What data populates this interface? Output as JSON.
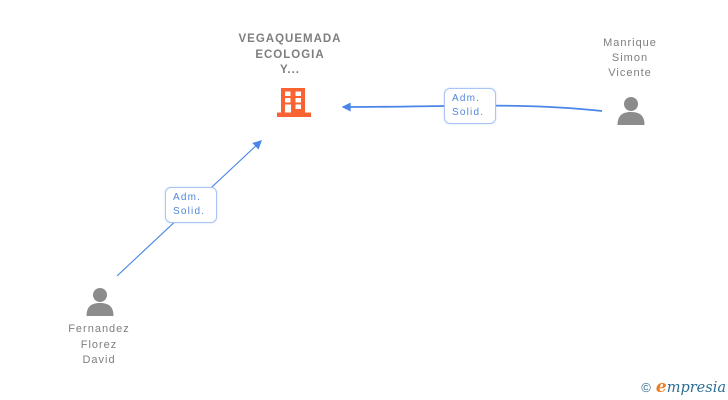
{
  "colors": {
    "edge_blue": "#4a86e8",
    "edge_label_border": "#a9c4f5",
    "edge_label_text": "#4f86de",
    "building_orange": "#f96332",
    "person_gray": "#8c8c8c",
    "name_text_gray": "#7e7e7e",
    "logo_teal": "#2d6e93",
    "logo_orange": "#ee7d23"
  },
  "company_node": {
    "name_line1": "VEGAQUEMADA",
    "name_line2": "ECOLOGIA",
    "name_line3": "Y...",
    "icon": "building-icon"
  },
  "person_nodes": {
    "manrique": {
      "name_line1": "Manrique",
      "name_line2": "Simon",
      "name_line3": "Vicente",
      "icon": "person-icon"
    },
    "fernandez": {
      "name_line1": "Fernandez",
      "name_line2": "Florez",
      "name_line3": "David",
      "icon": "person-icon"
    }
  },
  "edge_labels": {
    "manrique_to_company": {
      "line1": "Adm.",
      "line2": "Solid."
    },
    "fernandez_to_company": {
      "line1": "Adm.",
      "line2": "Solid."
    }
  },
  "footer_logo": {
    "copyright_symbol": "©",
    "brand_initial": "e",
    "brand_rest": "mpresia"
  }
}
